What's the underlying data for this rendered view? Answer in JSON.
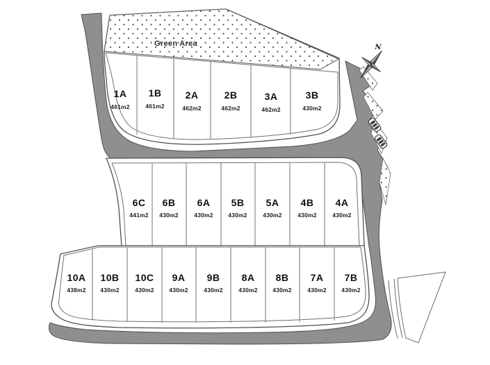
{
  "plan": {
    "green_area_label": "Green Area",
    "compass_label": "N",
    "rows": [
      {
        "name": "top-row",
        "lots": [
          {
            "id": "1A",
            "area": "461m2"
          },
          {
            "id": "1B",
            "area": "461m2"
          },
          {
            "id": "2A",
            "area": "462m2"
          },
          {
            "id": "2B",
            "area": "462m2"
          },
          {
            "id": "3A",
            "area": "462m2"
          },
          {
            "id": "3B",
            "area": "430m2"
          }
        ]
      },
      {
        "name": "middle-row",
        "lots": [
          {
            "id": "6C",
            "area": "441m2"
          },
          {
            "id": "6B",
            "area": "430m2"
          },
          {
            "id": "6A",
            "area": "430m2"
          },
          {
            "id": "5B",
            "area": "430m2"
          },
          {
            "id": "5A",
            "area": "430m2"
          },
          {
            "id": "4B",
            "area": "430m2"
          },
          {
            "id": "4A",
            "area": "430m2"
          }
        ]
      },
      {
        "name": "bottom-row",
        "lots": [
          {
            "id": "10A",
            "area": "438m2"
          },
          {
            "id": "10B",
            "area": "430m2"
          },
          {
            "id": "10C",
            "area": "430m2"
          },
          {
            "id": "9A",
            "area": "430m2"
          },
          {
            "id": "9B",
            "area": "430m2"
          },
          {
            "id": "8A",
            "area": "430m2"
          },
          {
            "id": "8B",
            "area": "430m2"
          },
          {
            "id": "7A",
            "area": "430m2"
          },
          {
            "id": "7B",
            "area": "430m2"
          }
        ]
      }
    ],
    "colors": {
      "road": "#8f8f8f",
      "outline": "#4f4f4f",
      "divider": "#9a9a9a",
      "text": "#111111",
      "bg": "#ffffff"
    }
  }
}
